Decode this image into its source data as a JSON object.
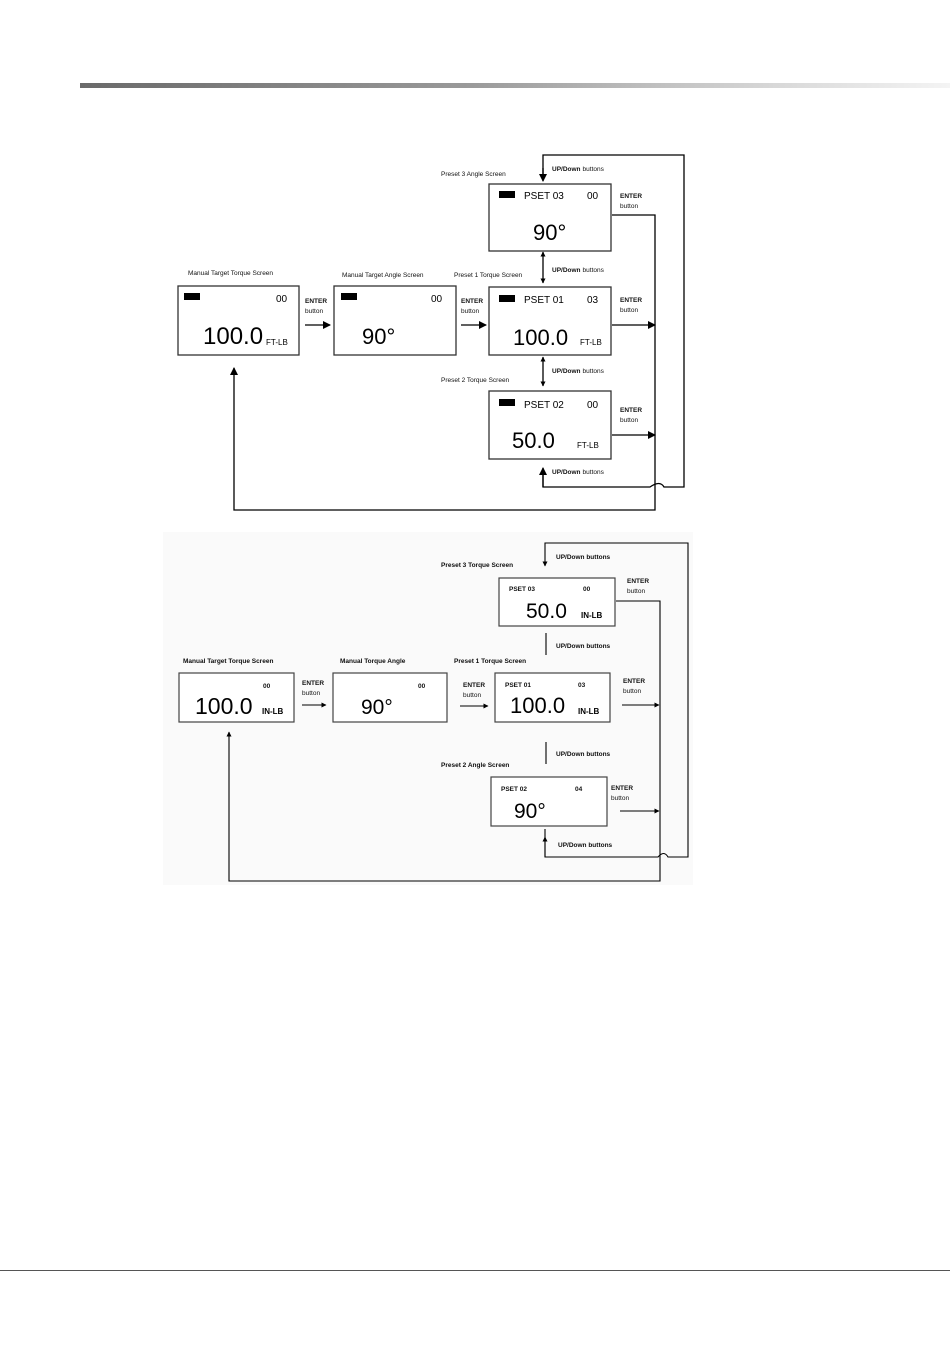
{
  "diagram_a": {
    "manual_torque": {
      "label": "Manual Target Torque Screen",
      "code": "00",
      "value": "100.0",
      "unit": "FT-LB"
    },
    "manual_angle": {
      "label": "Manual Target Angle Screen",
      "code": "00",
      "value": "90°"
    },
    "preset3": {
      "label": "Preset 3 Angle Screen",
      "pset": "PSET 03",
      "code": "00",
      "value": "90°"
    },
    "preset1": {
      "label": "Preset 1 Torque Screen",
      "pset": "PSET 01",
      "code": "03",
      "value": "100.0",
      "unit": "FT-LB"
    },
    "preset2": {
      "label": "Preset 2 Torque Screen",
      "pset": "PSET 02",
      "code": "00",
      "value": "50.0",
      "unit": "FT-LB"
    },
    "enter_bold": "ENTER",
    "enter_sub": "button",
    "updown_bold": "UP/Down",
    "updown_sub": "buttons"
  },
  "diagram_b": {
    "manual_torque": {
      "label": "Manual Target Torque Screen",
      "code": "00",
      "value": "100.0",
      "unit": "IN-LB"
    },
    "manual_angle": {
      "label": "Manual Torque Angle",
      "code": "00",
      "value": "90°"
    },
    "preset3": {
      "label": "Preset 3 Torque Screen",
      "pset": "PSET 03",
      "code": "00",
      "value": "50.0",
      "unit": "IN-LB"
    },
    "preset1": {
      "label": "Preset 1 Torque Screen",
      "pset": "PSET 01",
      "code": "03",
      "value": "100.0",
      "unit": "IN-LB"
    },
    "preset2": {
      "label": "Preset 2 Angle Screen",
      "pset": "PSET 02",
      "code": "04",
      "value": "90°"
    },
    "enter_bold": "ENTER",
    "enter_sub": "button",
    "updown": "UP/Down buttons"
  }
}
